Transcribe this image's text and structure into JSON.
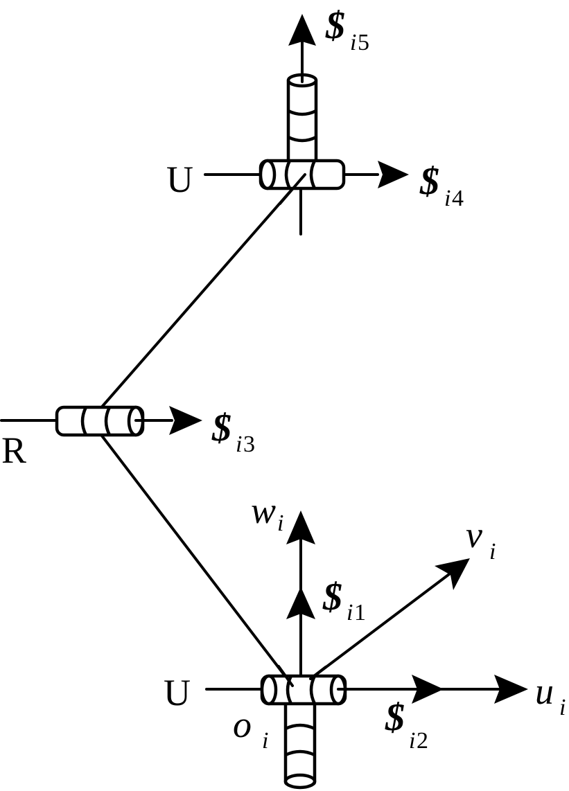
{
  "diagram": {
    "type": "kinematic-chain-schematic",
    "joints": [
      {
        "id": "U-top",
        "type": "U",
        "label": "U"
      },
      {
        "id": "R-mid",
        "type": "R",
        "label": "R"
      },
      {
        "id": "U-bottom",
        "type": "U",
        "label": "U"
      }
    ],
    "screws": [
      {
        "symbol": "$",
        "subscript_italic": "i",
        "subscript_index": "5"
      },
      {
        "symbol": "$",
        "subscript_italic": "i",
        "subscript_index": "4"
      },
      {
        "symbol": "$",
        "subscript_italic": "i",
        "subscript_index": "3"
      },
      {
        "symbol": "$",
        "subscript_italic": "i",
        "subscript_index": "1"
      },
      {
        "symbol": "$",
        "subscript_italic": "i",
        "subscript_index": "2"
      }
    ],
    "axes": [
      {
        "name": "w",
        "subscript": "i"
      },
      {
        "name": "v",
        "subscript": "i"
      },
      {
        "name": "u",
        "subscript": "i"
      }
    ],
    "origin": {
      "name": "o",
      "subscript": "i"
    }
  }
}
